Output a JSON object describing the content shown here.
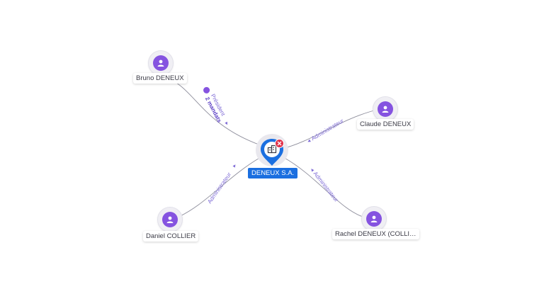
{
  "company": {
    "name": "DENEUX S.A.",
    "icon": "building-icon",
    "status_icon": "close-icon",
    "colors": {
      "pin": "#1b6fe0",
      "status": "#e0324b"
    }
  },
  "people": [
    {
      "key": "bruno",
      "name": "Bruno DENEUX",
      "icon": "person-icon"
    },
    {
      "key": "claude",
      "name": "Claude DENEUX",
      "icon": "person-icon"
    },
    {
      "key": "daniel",
      "name": "Daniel COLLIER",
      "icon": "person-icon"
    },
    {
      "key": "rachel",
      "name": "Rachel DENEUX (COLLI…",
      "icon": "person-icon"
    }
  ],
  "relations": [
    {
      "from": "bruno",
      "label": "Président",
      "sub_label": "2 mandats"
    },
    {
      "from": "claude",
      "label": "Administrateur",
      "sub_label": ""
    },
    {
      "from": "daniel",
      "label": "Administrateur",
      "sub_label": ""
    },
    {
      "from": "rachel",
      "label": "Administrateur",
      "sub_label": ""
    }
  ],
  "colors": {
    "person": "#8553e0",
    "edge": "#8e8e9c",
    "edge_label": "#7e6bd6"
  }
}
